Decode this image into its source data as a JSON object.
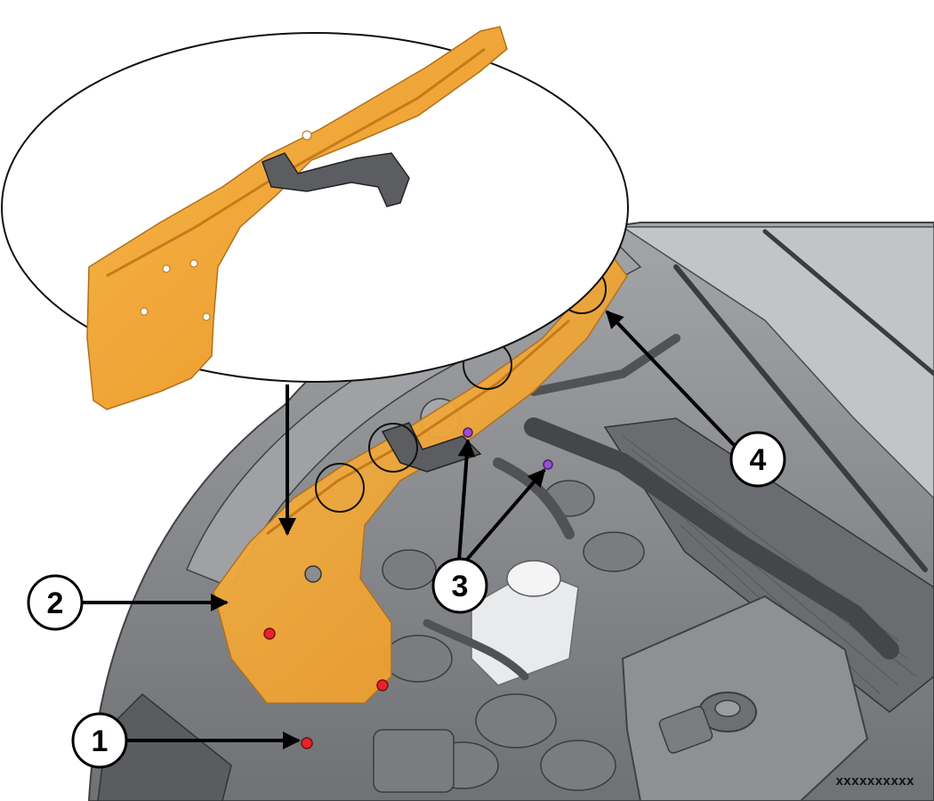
{
  "diagram": {
    "callouts": [
      {
        "id": "1",
        "label": "1"
      },
      {
        "id": "2",
        "label": "2"
      },
      {
        "id": "3",
        "label": "3"
      },
      {
        "id": "4",
        "label": "4"
      }
    ],
    "reference_code": "xxxxxxxxxx",
    "colors": {
      "panel": "#f0a536",
      "panel_dark": "#d98a1e",
      "engine": "#8d8f92",
      "engine_dark": "#5e6063",
      "engine_light": "#b9bbbe",
      "fastener": "#e8232a",
      "clip": "#9b4fd1"
    }
  }
}
